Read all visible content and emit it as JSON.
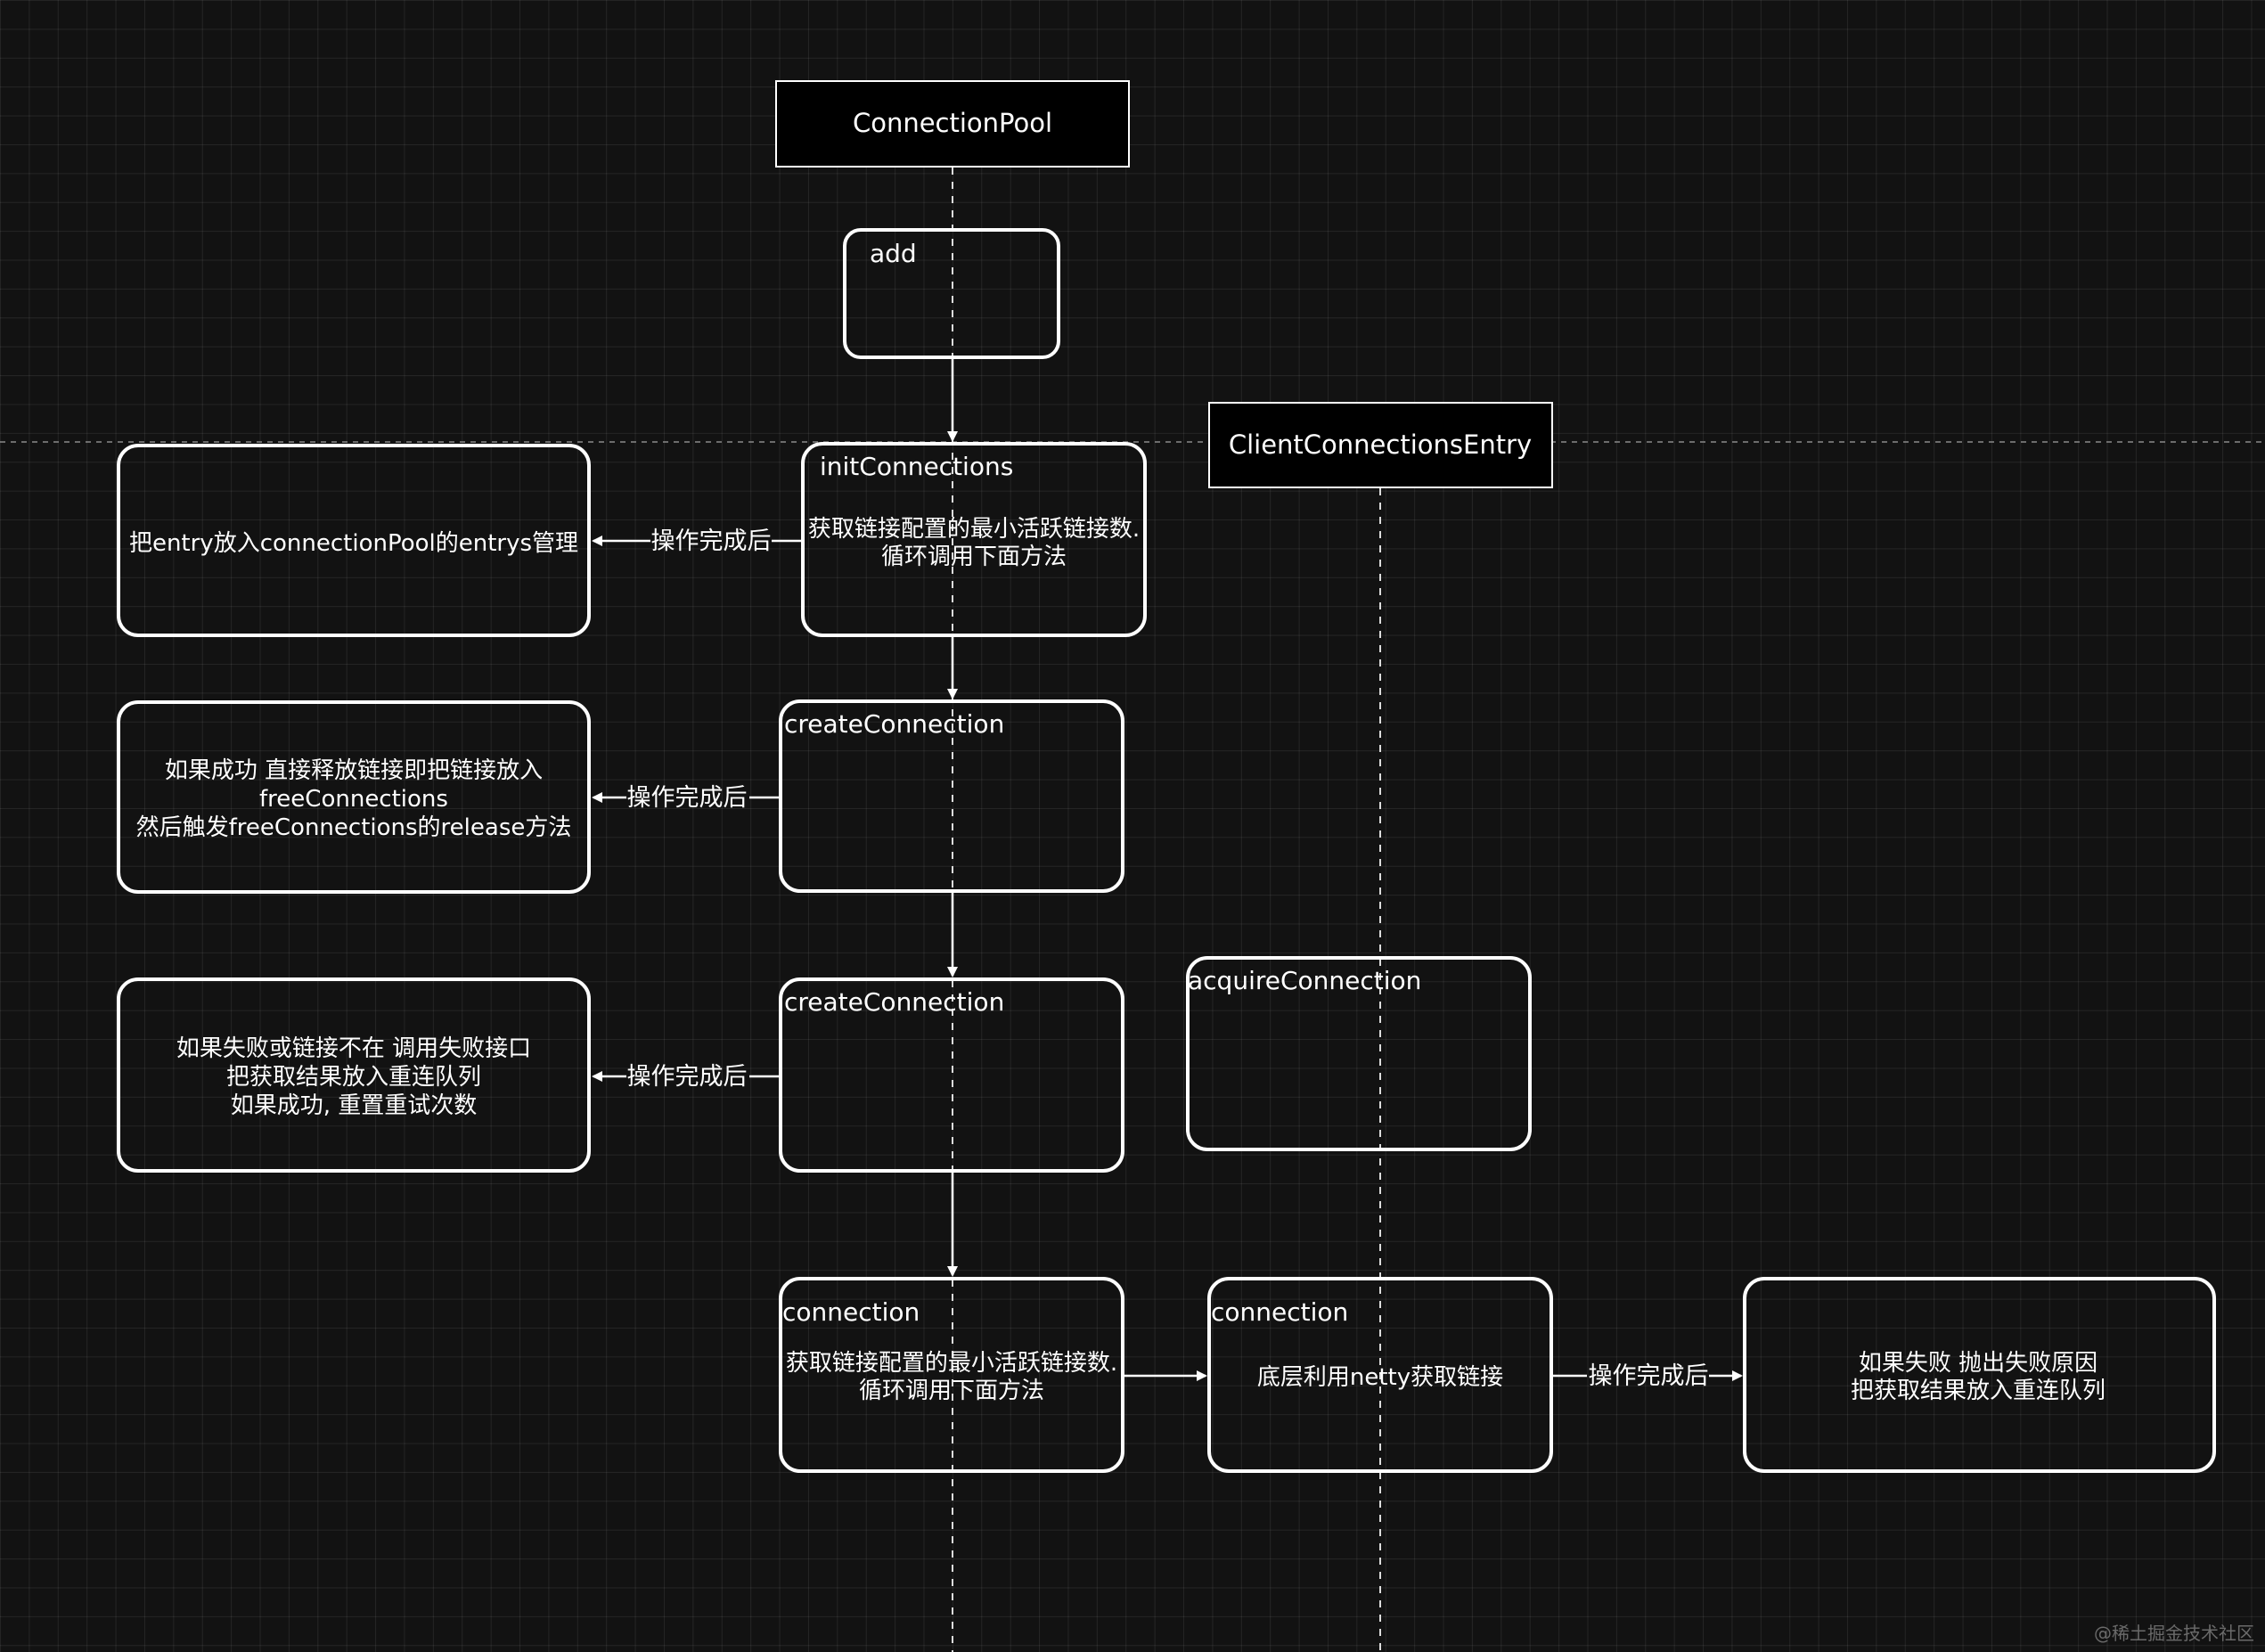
{
  "diagram": {
    "headers": {
      "connection_pool": "ConnectionPool",
      "client_entry": "ClientConnectionsEntry"
    },
    "boxes": {
      "add": {
        "title": "add"
      },
      "init_connections": {
        "title": "initConnections",
        "lines": [
          "获取链接配置的最小活跃链接数.",
          "循环调用下面方法"
        ]
      },
      "entrys_manage": {
        "lines": [
          "把entry放入connectionPool的entrys管理"
        ]
      },
      "create_connection_1": {
        "title": "createConnection"
      },
      "success_release": {
        "lines": [
          "如果成功 直接释放链接即把链接放入",
          "freeConnections",
          "然后触发freeConnections的release方法"
        ]
      },
      "create_connection_2": {
        "title": "createConnection"
      },
      "fail_reconnect": {
        "lines": [
          "如果失败或链接不在 调用失败接口",
          "把获取结果放入重连队列",
          "如果成功, 重置重试次数"
        ]
      },
      "acquire_connection": {
        "title": "acquireConnection"
      },
      "connection_pool_side": {
        "title": "connection",
        "lines": [
          "获取链接配置的最小活跃链接数.",
          "循环调用下面方法"
        ]
      },
      "connection_entry_side": {
        "title": "connection",
        "lines": [
          "底层利用netty获取链接"
        ]
      },
      "fail_throw": {
        "lines": [
          "如果失败 抛出失败原因",
          "把获取结果放入重连队列"
        ]
      }
    },
    "edges": {
      "after_done_1": "操作完成后",
      "after_done_2": "操作完成后",
      "after_done_3": "操作完成后",
      "after_done_4": "操作完成后"
    },
    "watermark": "@稀土掘金技术社区"
  },
  "colors": {
    "background": "#121212",
    "stroke": "#ffffff",
    "grid": "#2a2a2a",
    "dash_line": "#9a9a9a"
  }
}
